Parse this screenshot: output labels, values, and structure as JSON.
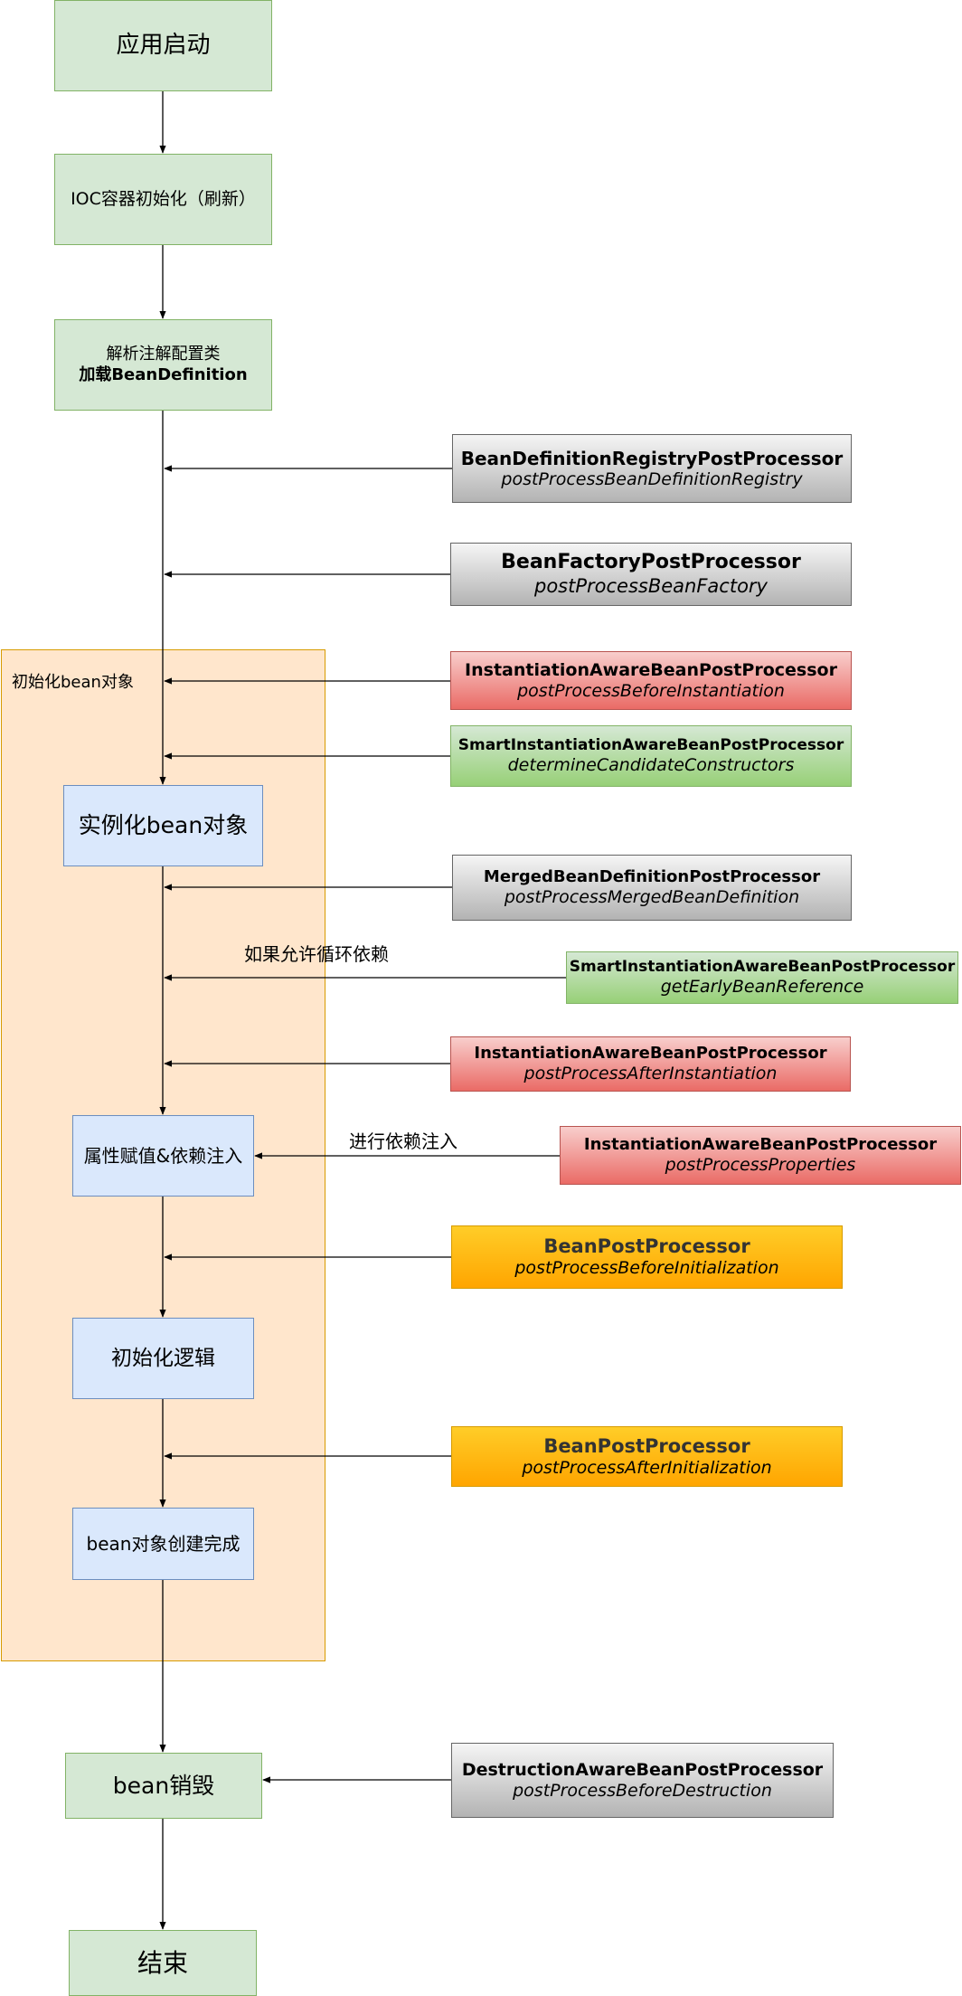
{
  "flow": {
    "app_start": "应用启动",
    "ioc_init": "IOC容器初始化（刷新）",
    "parse_line1": "解析注解配置类",
    "parse_line2": "加载BeanDefinition",
    "group_label": "初始化bean对象",
    "instantiate": "实例化bean对象",
    "populate": "属性赋值&依赖注入",
    "init_logic": "初始化逻辑",
    "created": "bean对象创建完成",
    "destroy": "bean销毁",
    "end": "结束"
  },
  "notes": {
    "circular": "如果允许循环依赖",
    "inject": "进行依赖注入"
  },
  "processors": [
    {
      "title": "BeanDefinitionRegistryPostProcessor",
      "method": "postProcessBeanDefinitionRegistry",
      "color": "gray"
    },
    {
      "title": "BeanFactoryPostProcessor",
      "method": "postProcessBeanFactory",
      "color": "gray"
    },
    {
      "title": "InstantiationAwareBeanPostProcessor",
      "method": "postProcessBeforeInstantiation",
      "color": "red"
    },
    {
      "title": "SmartInstantiationAwareBeanPostProcessor",
      "method": "determineCandidateConstructors",
      "color": "green"
    },
    {
      "title": "MergedBeanDefinitionPostProcessor",
      "method": "postProcessMergedBeanDefinition",
      "color": "gray"
    },
    {
      "title": "SmartInstantiationAwareBeanPostProcessor",
      "method": "getEarlyBeanReference",
      "color": "green"
    },
    {
      "title": "InstantiationAwareBeanPostProcessor",
      "method": "postProcessAfterInstantiation",
      "color": "red"
    },
    {
      "title": "InstantiationAwareBeanPostProcessor",
      "method": "postProcessProperties",
      "color": "red"
    },
    {
      "title": "BeanPostProcessor",
      "method": "postProcessBeforeInitialization",
      "color": "orange"
    },
    {
      "title": "BeanPostProcessor",
      "method": "postProcessAfterInitialization",
      "color": "orange"
    },
    {
      "title": "DestructionAwareBeanPostProcessor",
      "method": "postProcessBeforeDestruction",
      "color": "gray"
    }
  ]
}
